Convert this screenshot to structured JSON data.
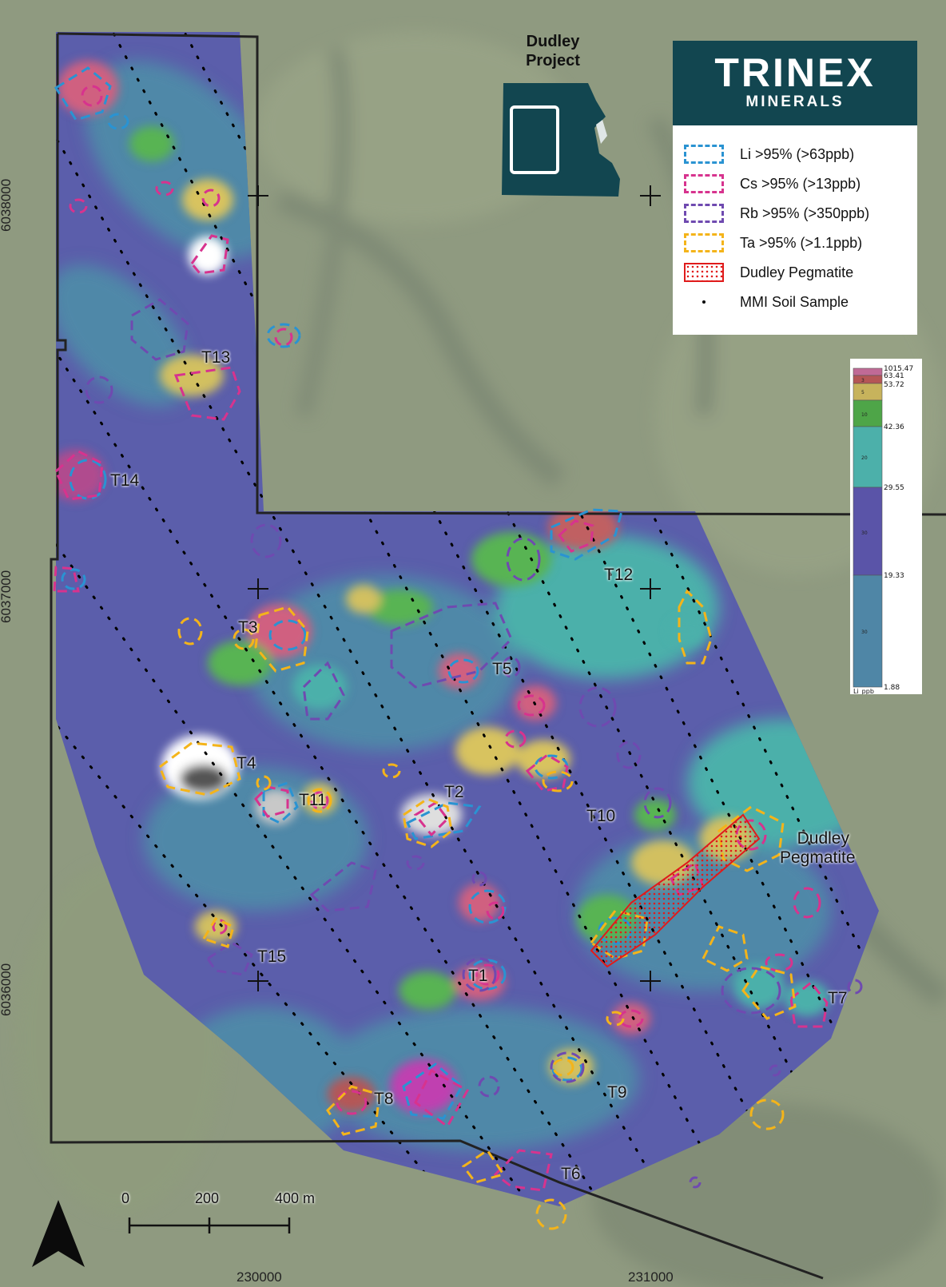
{
  "project": {
    "title_line1": "Dudley",
    "title_line2": "Project"
  },
  "logo": {
    "brand": "TRINEX",
    "sub": "MINERALS"
  },
  "legend": {
    "items": [
      {
        "label": "Li >95% (>63ppb)",
        "color": "#2a93d2",
        "style": "dashed"
      },
      {
        "label": "Cs >95% (>13ppb)",
        "color": "#d7338e",
        "style": "dashed"
      },
      {
        "label": "Rb >95% (>350ppb)",
        "color": "#6f4ab0",
        "style": "dashed"
      },
      {
        "label": "Ta >95% (>1.1ppb)",
        "color": "#f4b41a",
        "style": "dashed"
      },
      {
        "label": "Dudley Pegmatite",
        "color": "#e01b1b",
        "style": "dotted-fill"
      },
      {
        "label": "MMI Soil Sample",
        "color": "#000000",
        "style": "point"
      }
    ]
  },
  "colorbar": {
    "field": "Li_ppb",
    "breaks": [
      "1015.47",
      "63.41",
      "53.72",
      "42.36",
      "29.55",
      "19.33",
      "1.88"
    ],
    "band_labels": [
      "3",
      "5",
      "10",
      "20",
      "30",
      "30"
    ],
    "colors": [
      "#c06a96",
      "#b55656",
      "#c7b35c",
      "#4ea548",
      "#4cb0aa",
      "#5a54a8",
      "#4f86a6"
    ]
  },
  "axes": {
    "y_labels": [
      "6038000",
      "6037000",
      "6036000"
    ],
    "x_labels": [
      "230000",
      "231000"
    ]
  },
  "targets": [
    "T1",
    "T2",
    "T3",
    "T4",
    "T5",
    "T6",
    "T7",
    "T8",
    "T9",
    "T10",
    "T11",
    "T12",
    "T13",
    "T14",
    "T15"
  ],
  "pegmatite_label": {
    "line1": "Dudley",
    "line2": "Pegmatite"
  },
  "scale_bar": {
    "t0": "0",
    "t1": "200",
    "t2": "400 m"
  },
  "north_arrow": "north-arrow-icon"
}
